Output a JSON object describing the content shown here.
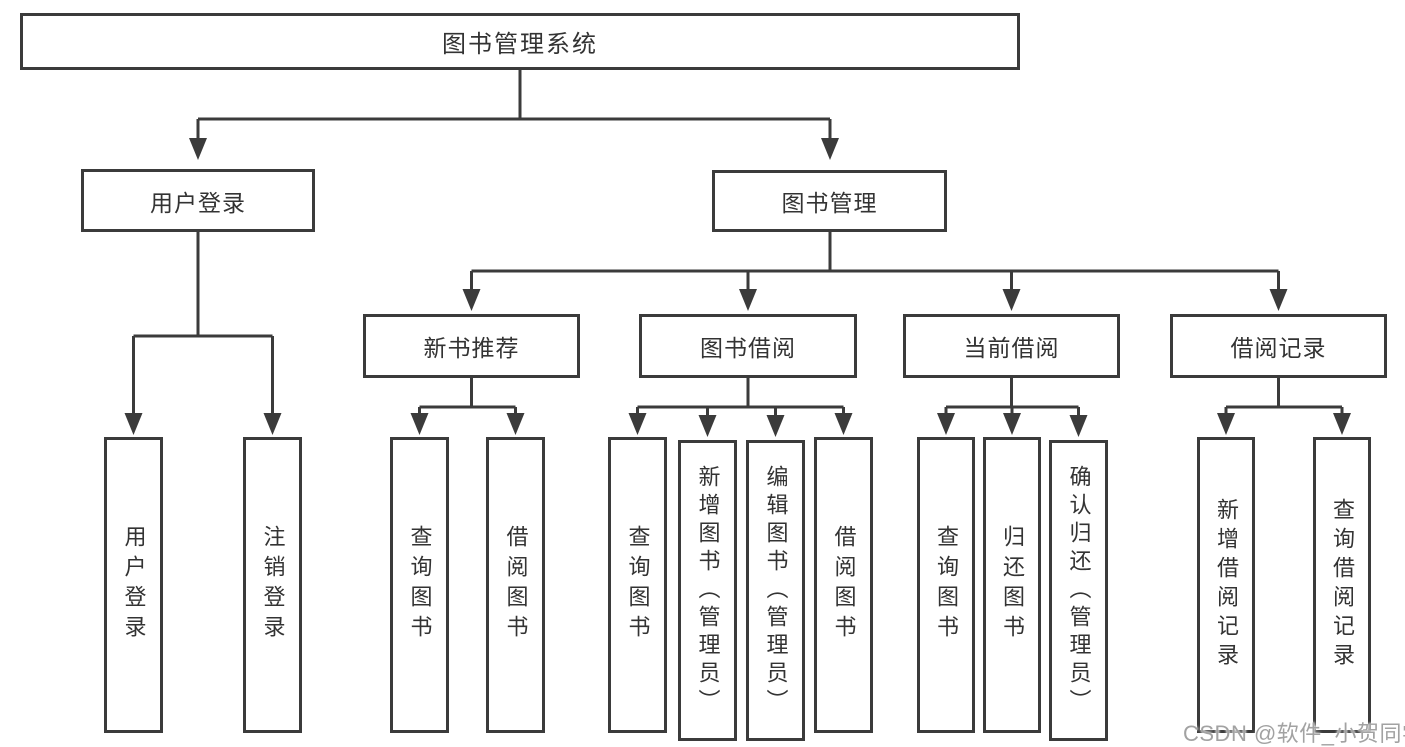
{
  "tree": {
    "root": {
      "label": "图书管理系统"
    },
    "branches": [
      {
        "label": "用户登录",
        "children": [
          {
            "label": "用户登录"
          },
          {
            "label": "注销登录"
          }
        ]
      },
      {
        "label": "图书管理",
        "children": [
          {
            "label": "新书推荐",
            "children": [
              {
                "label": "查询图书"
              },
              {
                "label": "借阅图书"
              }
            ]
          },
          {
            "label": "图书借阅",
            "children": [
              {
                "label": "查询图书"
              },
              {
                "label": "新增图书（管理员）"
              },
              {
                "label": "编辑图书（管理员）"
              },
              {
                "label": "借阅图书"
              }
            ]
          },
          {
            "label": "当前借阅",
            "children": [
              {
                "label": "查询图书"
              },
              {
                "label": "归还图书"
              },
              {
                "label": "确认归还（管理员）"
              }
            ]
          },
          {
            "label": "借阅记录",
            "children": [
              {
                "label": "新增借阅记录"
              },
              {
                "label": "查询借阅记录"
              }
            ]
          }
        ]
      }
    ]
  },
  "watermark": {
    "text": "CSDN @软件_小贺同学"
  },
  "colors": {
    "line": "#3b3b3b",
    "box_border": "#3b3b3b",
    "box_fill": "#ffffff",
    "text": "#333333",
    "watermark": "#a2a2a2"
  }
}
